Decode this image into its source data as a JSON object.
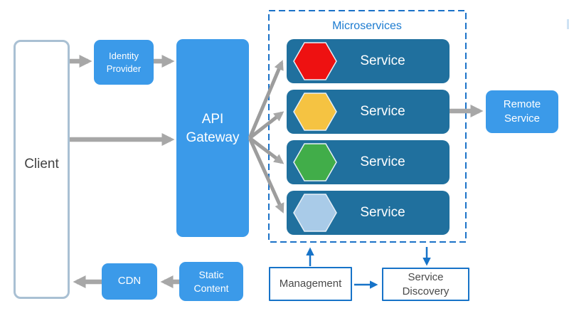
{
  "diagram_type": "microservices-architecture",
  "nodes": {
    "client": {
      "label": "Client"
    },
    "identity_provider": {
      "label": "Identity Provider"
    },
    "api_gateway": {
      "label": "API Gateway"
    },
    "cdn": {
      "label": "CDN"
    },
    "static_content": {
      "label": "Static Content"
    },
    "remote_service": {
      "label": "Remote Service"
    },
    "management": {
      "label": "Management"
    },
    "service_discovery": {
      "label": "Service Discovery"
    }
  },
  "microservices": {
    "title": "Microservices",
    "services": [
      {
        "label": "Service",
        "hex_color": "#ee1111",
        "hex_name": "red-hexagon-icon"
      },
      {
        "label": "Service",
        "hex_color": "#f5c342",
        "hex_name": "yellow-hexagon-icon"
      },
      {
        "label": "Service",
        "hex_color": "#41ad49",
        "hex_name": "green-hexagon-icon"
      },
      {
        "label": "Service",
        "hex_color": "#a9cbe8",
        "hex_name": "light-blue-hexagon-icon"
      }
    ]
  },
  "colors": {
    "box_blue": "#3b9ae9",
    "service_teal": "#20709e",
    "dashed_container_blue": "#1b72c8",
    "title_blue": "#1c7bd0",
    "outline_box_border_blue": "#1773c8",
    "arrow_gray": "#a7a7a7",
    "arrow_blue": "#1773c8",
    "client_border": "#a9c0d3",
    "dark_text": "#4a4a4a"
  },
  "connections": [
    {
      "from": "client",
      "to": "identity-provider",
      "style": "gray"
    },
    {
      "from": "identity-provider",
      "to": "api-gateway",
      "style": "gray"
    },
    {
      "from": "client",
      "to": "api-gateway",
      "style": "gray"
    },
    {
      "from": "api-gateway",
      "to": "service-1",
      "style": "gray"
    },
    {
      "from": "api-gateway",
      "to": "service-2",
      "style": "gray"
    },
    {
      "from": "api-gateway",
      "to": "service-3",
      "style": "gray"
    },
    {
      "from": "api-gateway",
      "to": "service-4",
      "style": "gray"
    },
    {
      "from": "service-2",
      "to": "remote-service",
      "style": "gray"
    },
    {
      "from": "static-content",
      "to": "cdn",
      "style": "gray"
    },
    {
      "from": "cdn",
      "to": "client",
      "style": "gray"
    },
    {
      "from": "management",
      "to": "microservices-container",
      "style": "blue"
    },
    {
      "from": "microservices-container",
      "to": "service-discovery",
      "style": "blue"
    },
    {
      "from": "management",
      "to": "service-discovery",
      "style": "blue"
    }
  ]
}
